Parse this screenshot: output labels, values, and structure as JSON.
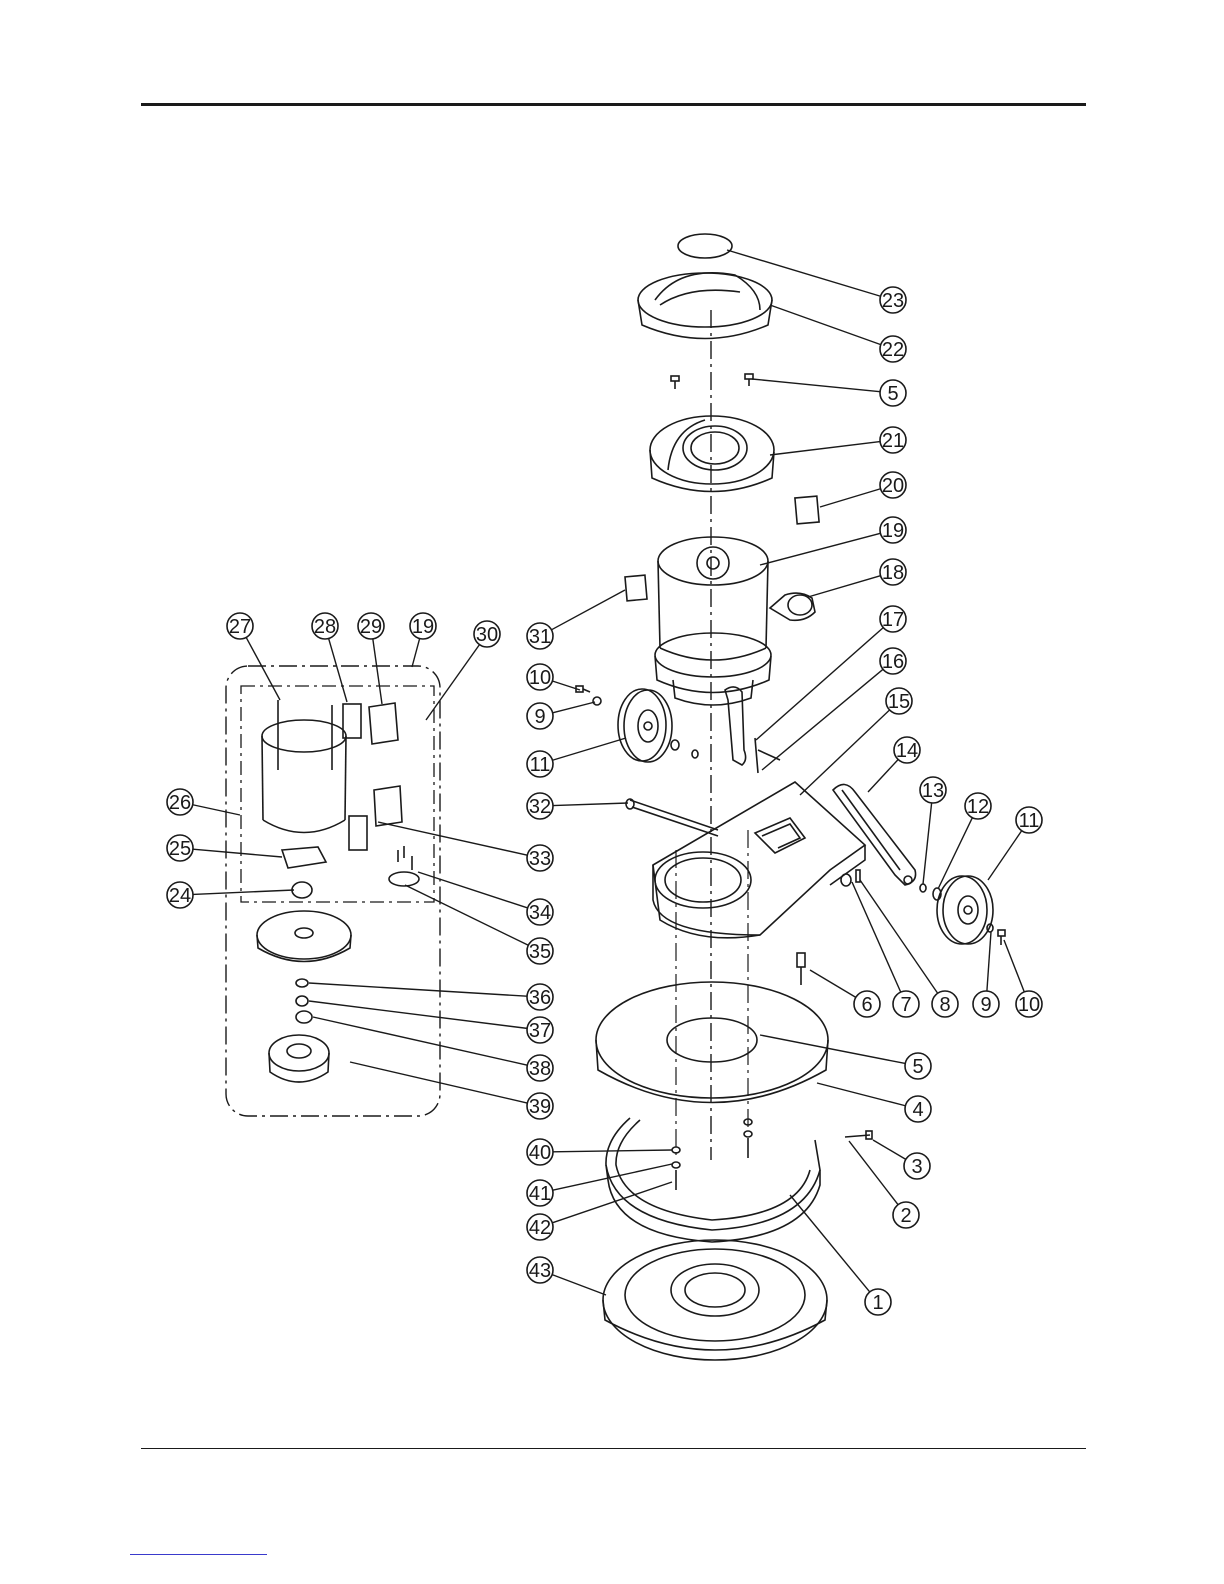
{
  "diagram": {
    "type": "exploded-parts-view",
    "callouts": [
      "23",
      "22",
      "5",
      "21",
      "20",
      "19",
      "18",
      "31",
      "17",
      "16",
      "15",
      "14",
      "13",
      "12",
      "11",
      "10",
      "9",
      "11",
      "32",
      "33",
      "34",
      "35",
      "6",
      "7",
      "8",
      "9",
      "10",
      "5",
      "4",
      "3",
      "2",
      "1",
      "40",
      "41",
      "42",
      "43",
      "27",
      "28",
      "29",
      "19",
      "30",
      "26",
      "25",
      "24",
      "36",
      "37",
      "38",
      "39"
    ]
  },
  "colors": {
    "ink": "#1a1a1a",
    "link": "#3a3acc",
    "paper": "#ffffff"
  }
}
